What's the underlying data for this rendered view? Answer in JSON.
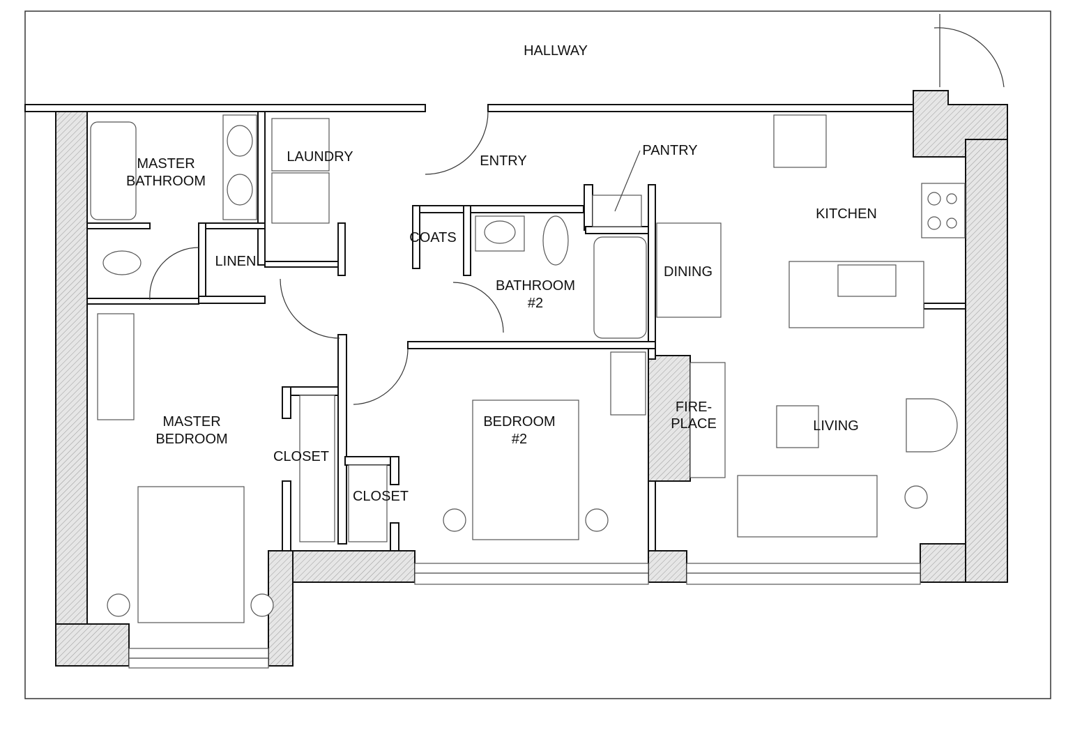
{
  "plan": {
    "rooms": {
      "hallway": "HALLWAY",
      "master_bathroom_1": "MASTER",
      "master_bathroom_2": "BATHROOM",
      "laundry": "LAUNDRY",
      "entry": "ENTRY",
      "pantry": "PANTRY",
      "kitchen": "KITCHEN",
      "coats": "COATS",
      "linen": "LINEN",
      "bathroom2_1": "BATHROOM",
      "bathroom2_2": "#2",
      "dining": "DINING",
      "master_bedroom_1": "MASTER",
      "master_bedroom_2": "BEDROOM",
      "closet_master": "CLOSET",
      "closet_bedroom2": "CLOSET",
      "bedroom2_1": "BEDROOM",
      "bedroom2_2": "#2",
      "fireplace_1": "FIRE-",
      "fireplace_2": "PLACE",
      "living": "LIVING"
    }
  }
}
